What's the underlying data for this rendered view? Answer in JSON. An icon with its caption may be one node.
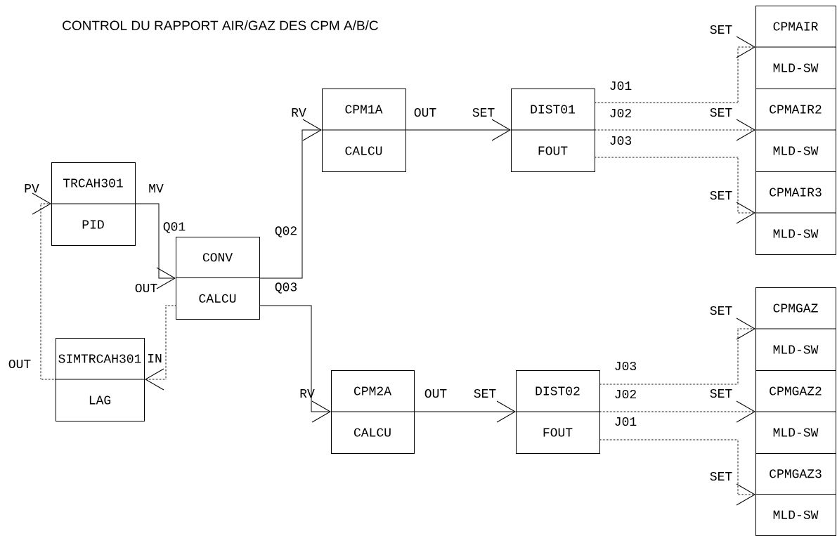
{
  "diagram": {
    "title": "CONTROL DU RAPPORT AIR/GAZ DES CPM A/B/C",
    "nodes": [
      {
        "text": [
          "TRCAH301",
          "PID"
        ],
        "beside": [
          "PV",
          "MV"
        ]
      },
      {
        "text": [
          "CONV",
          "CALCU"
        ],
        "beside": [
          "Q01",
          "Q02",
          "OUT",
          "Q03"
        ]
      },
      {
        "text": [
          "SIMTRCAH301",
          "LAG"
        ],
        "beside": [
          "OUT",
          "IN"
        ]
      },
      {
        "text": [
          "CPM1A",
          "CALCU"
        ],
        "beside": [
          "RV",
          "OUT"
        ]
      },
      {
        "text": [
          "DIST01",
          "FOUT"
        ],
        "beside": [
          "SET",
          "J01",
          "J02",
          "J03"
        ]
      },
      {
        "text": [
          "CPMAIR",
          "MLD-SW"
        ],
        "beside": [
          "SET"
        ]
      },
      {
        "text": [
          "CPMAIR2",
          "MLD-SW"
        ],
        "beside": [
          "SET"
        ]
      },
      {
        "text": [
          "CPMAIR3",
          "MLD-SW"
        ],
        "beside": [
          "SET"
        ]
      },
      {
        "text": [
          "CPM2A",
          "CALCU"
        ],
        "beside": [
          "RV",
          "OUT"
        ]
      },
      {
        "text": [
          "DIST02",
          "FOUT"
        ],
        "beside": [
          "SET",
          "J03",
          "J02",
          "J01"
        ]
      },
      {
        "text": [
          "CPMGAZ",
          "MLD-SW"
        ],
        "beside": [
          "SET"
        ]
      },
      {
        "text": [
          "CPMGAZ2",
          "MLD-SW"
        ],
        "beside": [
          "SET"
        ]
      },
      {
        "text": [
          "CPMGAZ3",
          "MLD-SW"
        ],
        "beside": [
          "SET"
        ]
      }
    ],
    "edges": [
      {
        "from": 0,
        "to": 1,
        "arrow": "to"
      },
      {
        "from": 1,
        "to": 2,
        "arrow": "to",
        "style": "dashed"
      },
      {
        "from": 2,
        "to": 0,
        "arrow": "to",
        "style": "dashed"
      },
      {
        "from": 1,
        "to": 3,
        "arrow": "to"
      },
      {
        "from": 1,
        "to": 8,
        "arrow": "to"
      },
      {
        "from": 3,
        "to": 4,
        "arrow": "to"
      },
      {
        "from": 8,
        "to": 9,
        "arrow": "to"
      },
      {
        "from": 4,
        "to": 5,
        "arrow": "to",
        "style": "dashed"
      },
      {
        "from": 4,
        "to": 6,
        "arrow": "to",
        "style": "dashed"
      },
      {
        "from": 4,
        "to": 7,
        "arrow": "to",
        "style": "dashed"
      },
      {
        "from": 9,
        "to": 10,
        "arrow": "to",
        "style": "dashed"
      },
      {
        "from": 9,
        "to": 11,
        "arrow": "to",
        "style": "dashed"
      },
      {
        "from": 9,
        "to": 12,
        "arrow": "to",
        "style": "dashed"
      }
    ]
  }
}
